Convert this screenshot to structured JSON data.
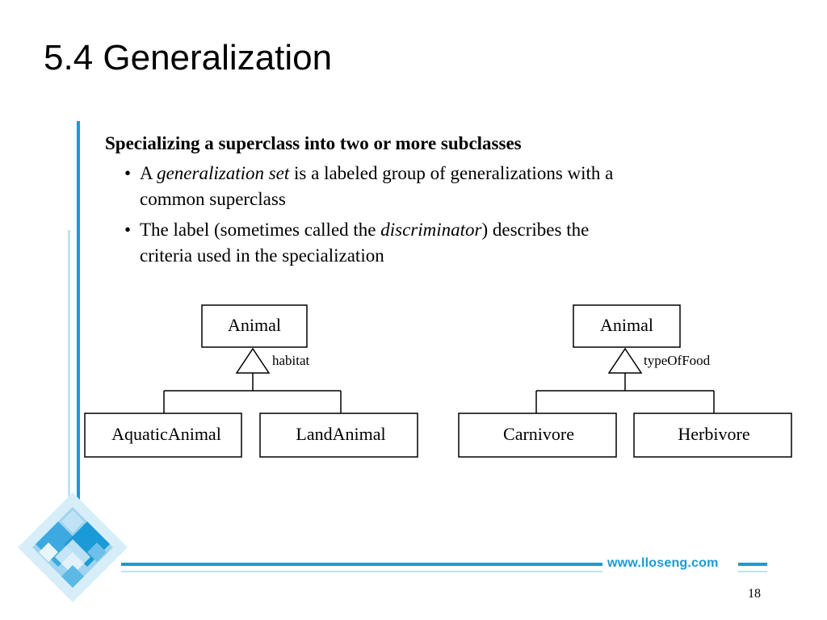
{
  "slide": {
    "title": "5.4 Generalization",
    "heading": "Specializing a superclass into two or more subclasses",
    "bullets": [
      {
        "parts": [
          "A ",
          "generalization set",
          " is a labeled group of generalizations with a",
          "common superclass"
        ]
      },
      {
        "parts": [
          "The label (sometimes called the ",
          "discriminator",
          ") describes the",
          "criteria used in the specialization"
        ]
      }
    ],
    "bullet_symbol": "•"
  },
  "diagrams": [
    {
      "superclass": "Animal",
      "discriminator": "habitat",
      "subclasses": [
        "AquaticAnimal",
        "LandAnimal"
      ]
    },
    {
      "superclass": "Animal",
      "discriminator": "typeOfFood",
      "subclasses": [
        "Carnivore",
        "Herbivore"
      ]
    }
  ],
  "footer": {
    "url": "www.lloseng.com",
    "page_number": "18"
  },
  "colors": {
    "accent": "#1a9ad6",
    "accent_light": "#bfe3f5",
    "text": "#000000"
  }
}
